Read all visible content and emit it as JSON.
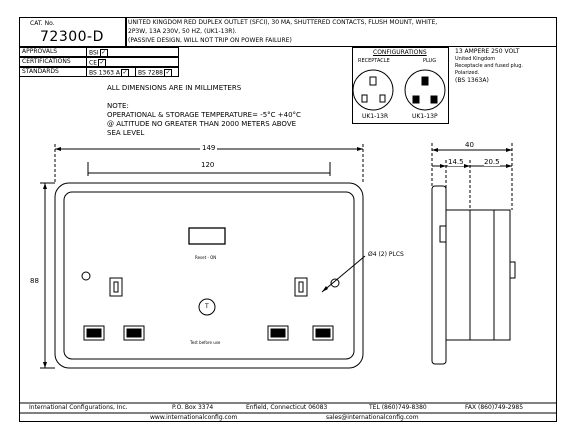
{
  "title_block": {
    "cat_label": "CAT. No.",
    "cat_number": "72300-D",
    "description_line1": "UNITED KINGDOM RED DUPLEX OUTLET (SFCI), 30 MA, SHUTTERED CONTACTS, FLUSH MOUNT, WHITE,",
    "description_line2": "2P3W, 13A 230V, 50 HZ, (UK1-13R).",
    "description_line3": "(PASSIVE DESIGN, WILL NOT TRIP ON POWER FAILURE)",
    "approvals_label": "APPROVALS",
    "approvals_value": "BSI",
    "certifications_label": "CERTIFICATIONS",
    "certifications_value": "CE",
    "standards_label": "STANDARDS",
    "standards_value1": "BS 1363 A",
    "standards_value2": "BS 7288",
    "check_mark": "✓"
  },
  "configurations": {
    "heading": "CONFIGURATIONS",
    "receptacle_label": "RECEPTACLE",
    "plug_label": "PLUG",
    "receptacle_code": "UK1-13R",
    "plug_code": "UK1-13P",
    "spec_line1": "13 AMPERE 250 VOLT",
    "spec_line2": "United Kingdom",
    "spec_line3": "Receptacle and fused plug.",
    "spec_line4": "Polarized.",
    "spec_line5": "(BS 1363A)"
  },
  "notes": {
    "dimensions": "ALL DIMENSIONS ARE IN MILLIMETERS",
    "note_label": "NOTE:",
    "note_line1": "OPERATIONAL & STORAGE TEMPERATURE= -5°C +40°C",
    "note_line2": "@ ALTITUDE NO GREATER THAN 2000 METERS ABOVE",
    "note_line3": "SEA LEVEL"
  },
  "front_view": {
    "dim_width_outer": "149",
    "dim_width_inner": "120",
    "dim_height": "88",
    "hole_callout": "Ø4 (2) PLCS",
    "label_reset": "Reset - ON",
    "label_test": "T",
    "label_test_text": "Test before use"
  },
  "side_view": {
    "dim_depth": "40",
    "dim_a": "14.5",
    "dim_b": "20.5"
  },
  "footer": {
    "company": "International Configurations, Inc.",
    "po_box": "P.O. Box 3374",
    "address": "Enfield, Connecticut 06083",
    "tel": "TEL (860)749-8380",
    "fax": "FAX (860)749-2985",
    "website": "www.internationalconfig.com",
    "email": "sales@internationalconfig.com"
  }
}
